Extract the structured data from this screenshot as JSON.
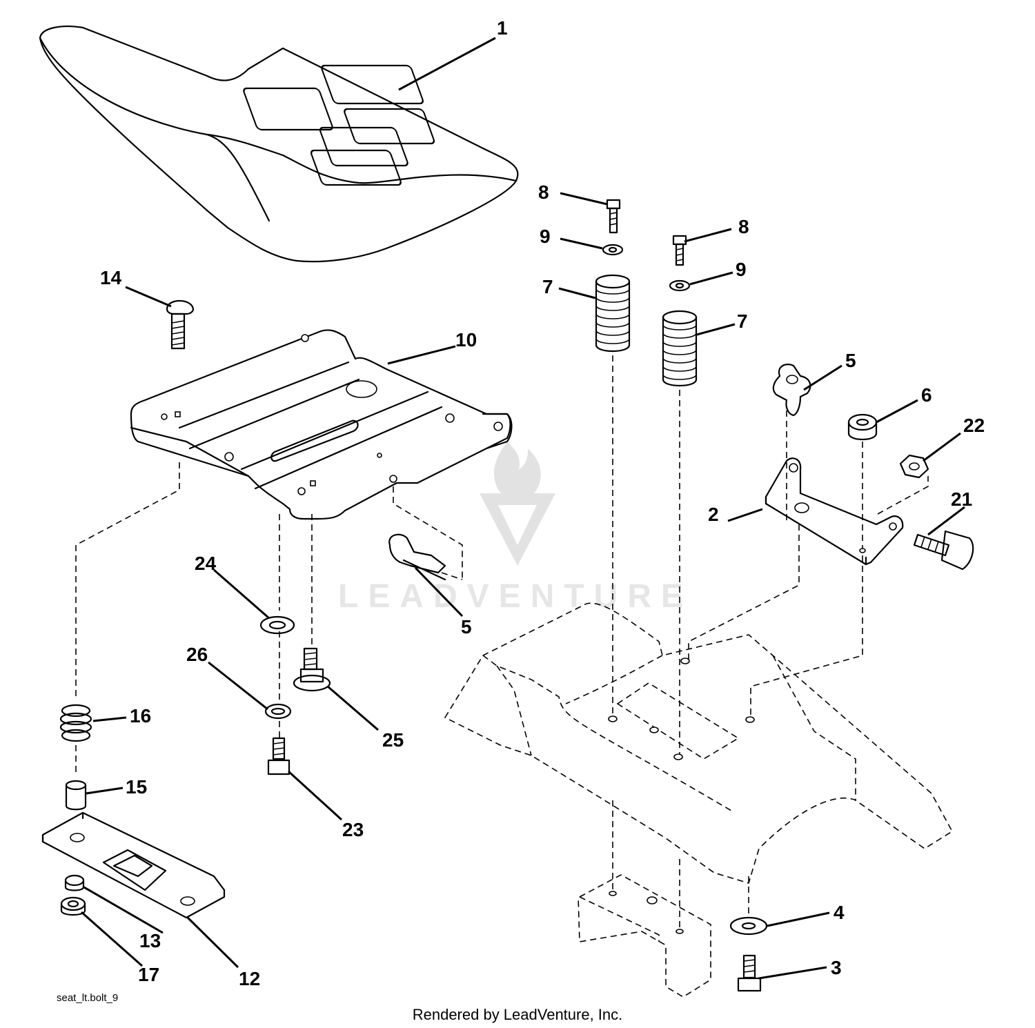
{
  "drawing_id": "seat_lt.bolt_9",
  "credit": "Rendered by LeadVenture, Inc.",
  "watermark": "LEADVENTURE",
  "callouts": [
    "1",
    "2",
    "3",
    "4",
    "5",
    "5",
    "6",
    "7",
    "7",
    "8",
    "8",
    "9",
    "9",
    "10",
    "12",
    "13",
    "14",
    "15",
    "16",
    "17",
    "21",
    "22",
    "23",
    "24",
    "25",
    "26"
  ]
}
